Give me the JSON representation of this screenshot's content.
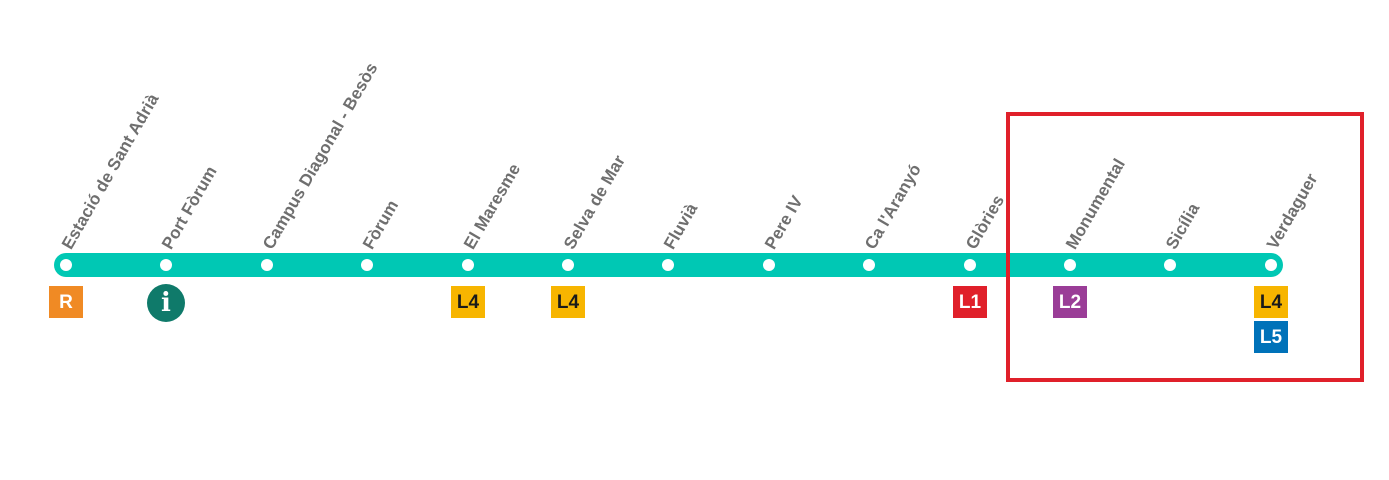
{
  "map": {
    "line_color": "#00c8b4",
    "stop_color": "#ffffff",
    "label_color": "#6f6f6f",
    "highlight_color": "#e0202a",
    "highlighted_stations": [
      "Monumental",
      "Sicília",
      "Verdaguer"
    ],
    "stations": [
      {
        "name": "Estació de Sant Adrià",
        "connections": [
          {
            "label": "R",
            "kind": "rail",
            "bg": "#f08a24",
            "fg": "#ffffff"
          }
        ]
      },
      {
        "name": "Port Fòrum",
        "connections": [
          {
            "label": "i",
            "kind": "info",
            "bg": "#0f7a6a",
            "fg": "#ffffff"
          }
        ]
      },
      {
        "name": "Campus Diagonal - Besòs",
        "connections": []
      },
      {
        "name": "Fòrum",
        "connections": []
      },
      {
        "name": "El Maresme",
        "connections": [
          {
            "label": "L4",
            "kind": "metro",
            "bg": "#f7b500",
            "fg": "#1a1a1a"
          }
        ]
      },
      {
        "name": "Selva de Mar",
        "connections": [
          {
            "label": "L4",
            "kind": "metro",
            "bg": "#f7b500",
            "fg": "#1a1a1a"
          }
        ]
      },
      {
        "name": "Fluvià",
        "connections": []
      },
      {
        "name": "Pere IV",
        "connections": []
      },
      {
        "name": "Ca l'Aranyó",
        "connections": []
      },
      {
        "name": "Glòries",
        "connections": [
          {
            "label": "L1",
            "kind": "metro",
            "bg": "#e0202a",
            "fg": "#ffffff"
          }
        ]
      },
      {
        "name": "Monumental",
        "connections": [
          {
            "label": "L2",
            "kind": "metro",
            "bg": "#9a3d97",
            "fg": "#ffffff"
          }
        ]
      },
      {
        "name": "Sicília",
        "connections": []
      },
      {
        "name": "Verdaguer",
        "connections": [
          {
            "label": "L4",
            "kind": "metro",
            "bg": "#f7b500",
            "fg": "#1a1a1a"
          },
          {
            "label": "L5",
            "kind": "metro",
            "bg": "#0072b9",
            "fg": "#ffffff"
          }
        ]
      }
    ]
  }
}
